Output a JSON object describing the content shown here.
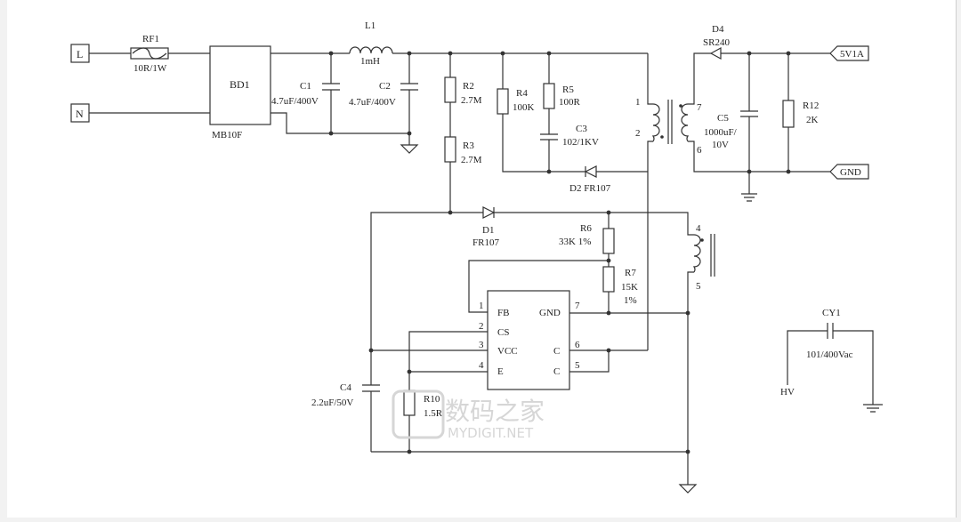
{
  "terminals": {
    "l": "L",
    "n": "N",
    "out_plus": "5V1A",
    "out_gnd": "GND",
    "hv": "HV"
  },
  "fuse": {
    "ref": "RF1",
    "value": "10R/1W"
  },
  "bridge": {
    "ref": "BD1",
    "part": "MB10F"
  },
  "inductor": {
    "ref": "L1",
    "value": "1mH"
  },
  "caps": {
    "c1_ref": "C1",
    "c1_val": "4.7uF/400V",
    "c2_ref": "C2",
    "c2_val": "4.7uF/400V",
    "c3_ref": "C3",
    "c3_val": "102/1KV",
    "c4_ref": "C4",
    "c4_val": "2.2uF/50V",
    "c5_ref": "C5",
    "c5_val1": "1000uF/",
    "c5_val2": "10V",
    "cy1_ref": "CY1",
    "cy1_val": "101/400Vac"
  },
  "resistors": {
    "r2_ref": "R2",
    "r2_val": "2.7M",
    "r3_ref": "R3",
    "r3_val": "2.7M",
    "r4_ref": "R4",
    "r4_val": "100K",
    "r5_ref": "R5",
    "r5_val": "100R",
    "r6_ref": "R6",
    "r6_val": "33K  1%",
    "r7_ref": "R7",
    "r7_val1": "15K",
    "r7_val2": "1%",
    "r10_ref": "R10",
    "r10_val": "1.5R",
    "r12_ref": "R12",
    "r12_val": "2K"
  },
  "diodes": {
    "d1_ref": "D1",
    "d1_val": "FR107",
    "d2_label": "D2  FR107",
    "d4_ref": "D4",
    "d4_val": "SR240"
  },
  "transformer": {
    "p1": "1",
    "p2": "2",
    "p7": "7",
    "p6": "6",
    "p4": "4",
    "p5": "5"
  },
  "ic": {
    "pin1_num": "1",
    "pin1_name": "FB",
    "pin2_num": "2",
    "pin2_name": "CS",
    "pin3_num": "3",
    "pin3_name": "VCC",
    "pin4_num": "4",
    "pin4_name": "E",
    "pin7_num": "7",
    "pin7_name": "GND",
    "pin6_num": "6",
    "pin6_name": "C",
    "pin5_num": "5",
    "pin5_name": "C"
  },
  "watermark": {
    "brand": "数码之家",
    "site": "MYDIGIT.NET"
  },
  "colors": {
    "wire": "#333333",
    "watermark": "#d6d6d6",
    "background": "#ffffff"
  }
}
